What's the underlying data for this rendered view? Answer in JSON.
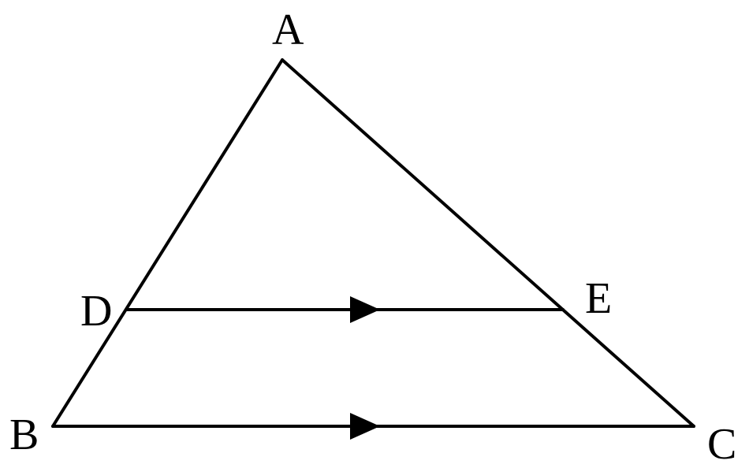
{
  "diagram": {
    "stroke_color": "#000000",
    "background_color": "#ffffff",
    "labels": {
      "A": "A",
      "B": "B",
      "C": "C",
      "D": "D",
      "E": "E"
    }
  }
}
